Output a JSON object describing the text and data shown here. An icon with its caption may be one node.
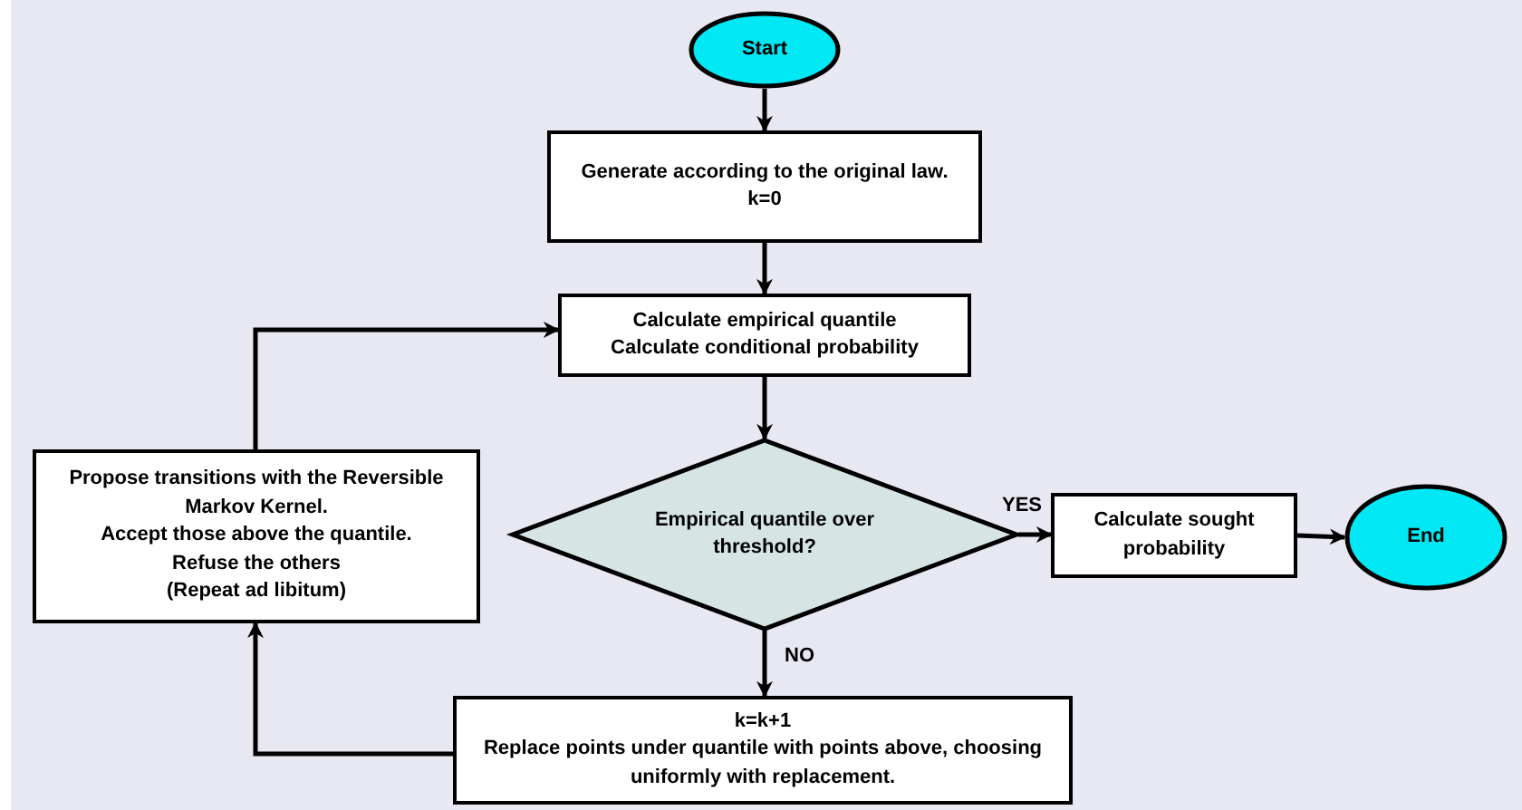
{
  "diagram": {
    "nodes": [
      {
        "text": [
          "Start"
        ]
      },
      {
        "text": [
          "Generate according to the original law.",
          "k=0"
        ]
      },
      {
        "text": [
          "Calculate empirical quantile",
          "Calculate conditional probability"
        ]
      },
      {
        "text": [
          "Empirical quantile over threshold?"
        ]
      },
      {
        "text": [
          "Calculate sought probability"
        ]
      },
      {
        "text": [
          "End"
        ]
      },
      {
        "text": [
          "Propose transitions with the Reversible Markov Kernel.",
          "Accept those above the quantile.",
          "Refuse the others",
          "(Repeat ad libitum)"
        ]
      },
      {
        "text": [
          "k=k+1",
          "Replace points under quantile with points above, choosing uniformly with replacement."
        ]
      }
    ],
    "edges": [
      {
        "from": 0,
        "to": 1,
        "arrow": "to"
      },
      {
        "from": 1,
        "to": 2,
        "arrow": "to"
      },
      {
        "from": 2,
        "to": 3,
        "arrow": "to"
      },
      {
        "from": 3,
        "to": 4,
        "arrow": "to",
        "label": "YES"
      },
      {
        "from": 4,
        "to": 5,
        "arrow": "to"
      },
      {
        "from": 3,
        "to": 7,
        "arrow": "to",
        "label": "NO"
      },
      {
        "from": 7,
        "to": 6,
        "arrow": "to"
      },
      {
        "from": 6,
        "to": 2,
        "arrow": "to"
      }
    ]
  }
}
